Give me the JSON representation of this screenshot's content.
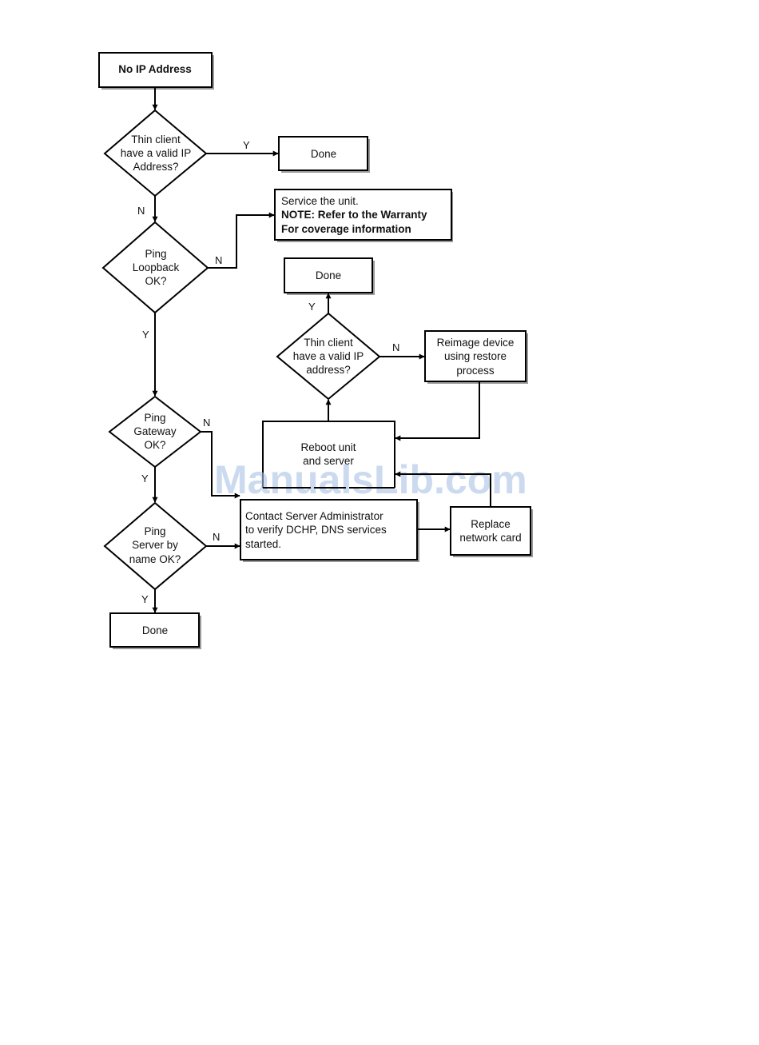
{
  "nodes": {
    "start": [
      "No IP Address"
    ],
    "d1": [
      "Thin client",
      "have a valid IP",
      "Address?"
    ],
    "done1": [
      "Done"
    ],
    "service": [
      "Service the unit.",
      "NOTE: Refer to the Warranty",
      "For coverage information"
    ],
    "d2": [
      "Ping",
      "Loopback",
      "OK?"
    ],
    "done2": [
      "Done"
    ],
    "d5": [
      "Thin client",
      "have a valid IP",
      "address?"
    ],
    "reimage": [
      "Reimage device",
      "using restore",
      "process"
    ],
    "d3": [
      "Ping",
      "Gateway",
      "OK?"
    ],
    "reboot": [
      "Reboot unit",
      "and server"
    ],
    "contact": [
      "Contact Server Administrator",
      "to verify DCHP, DNS services",
      "started."
    ],
    "replace": [
      "Replace",
      "network card"
    ],
    "d4": [
      "Ping",
      "Server by",
      "name OK?"
    ],
    "done3": [
      "Done"
    ]
  },
  "edge_labels": {
    "d1_yes": "Y",
    "d1_no": "N",
    "d2_no": "N",
    "d2_yes": "Y",
    "d5_yes": "Y",
    "d5_no": "N",
    "d3_no": "N",
    "d3_yes": "Y",
    "d4_no": "N",
    "d4_yes": "Y"
  },
  "watermark": "ManualsLib.com"
}
